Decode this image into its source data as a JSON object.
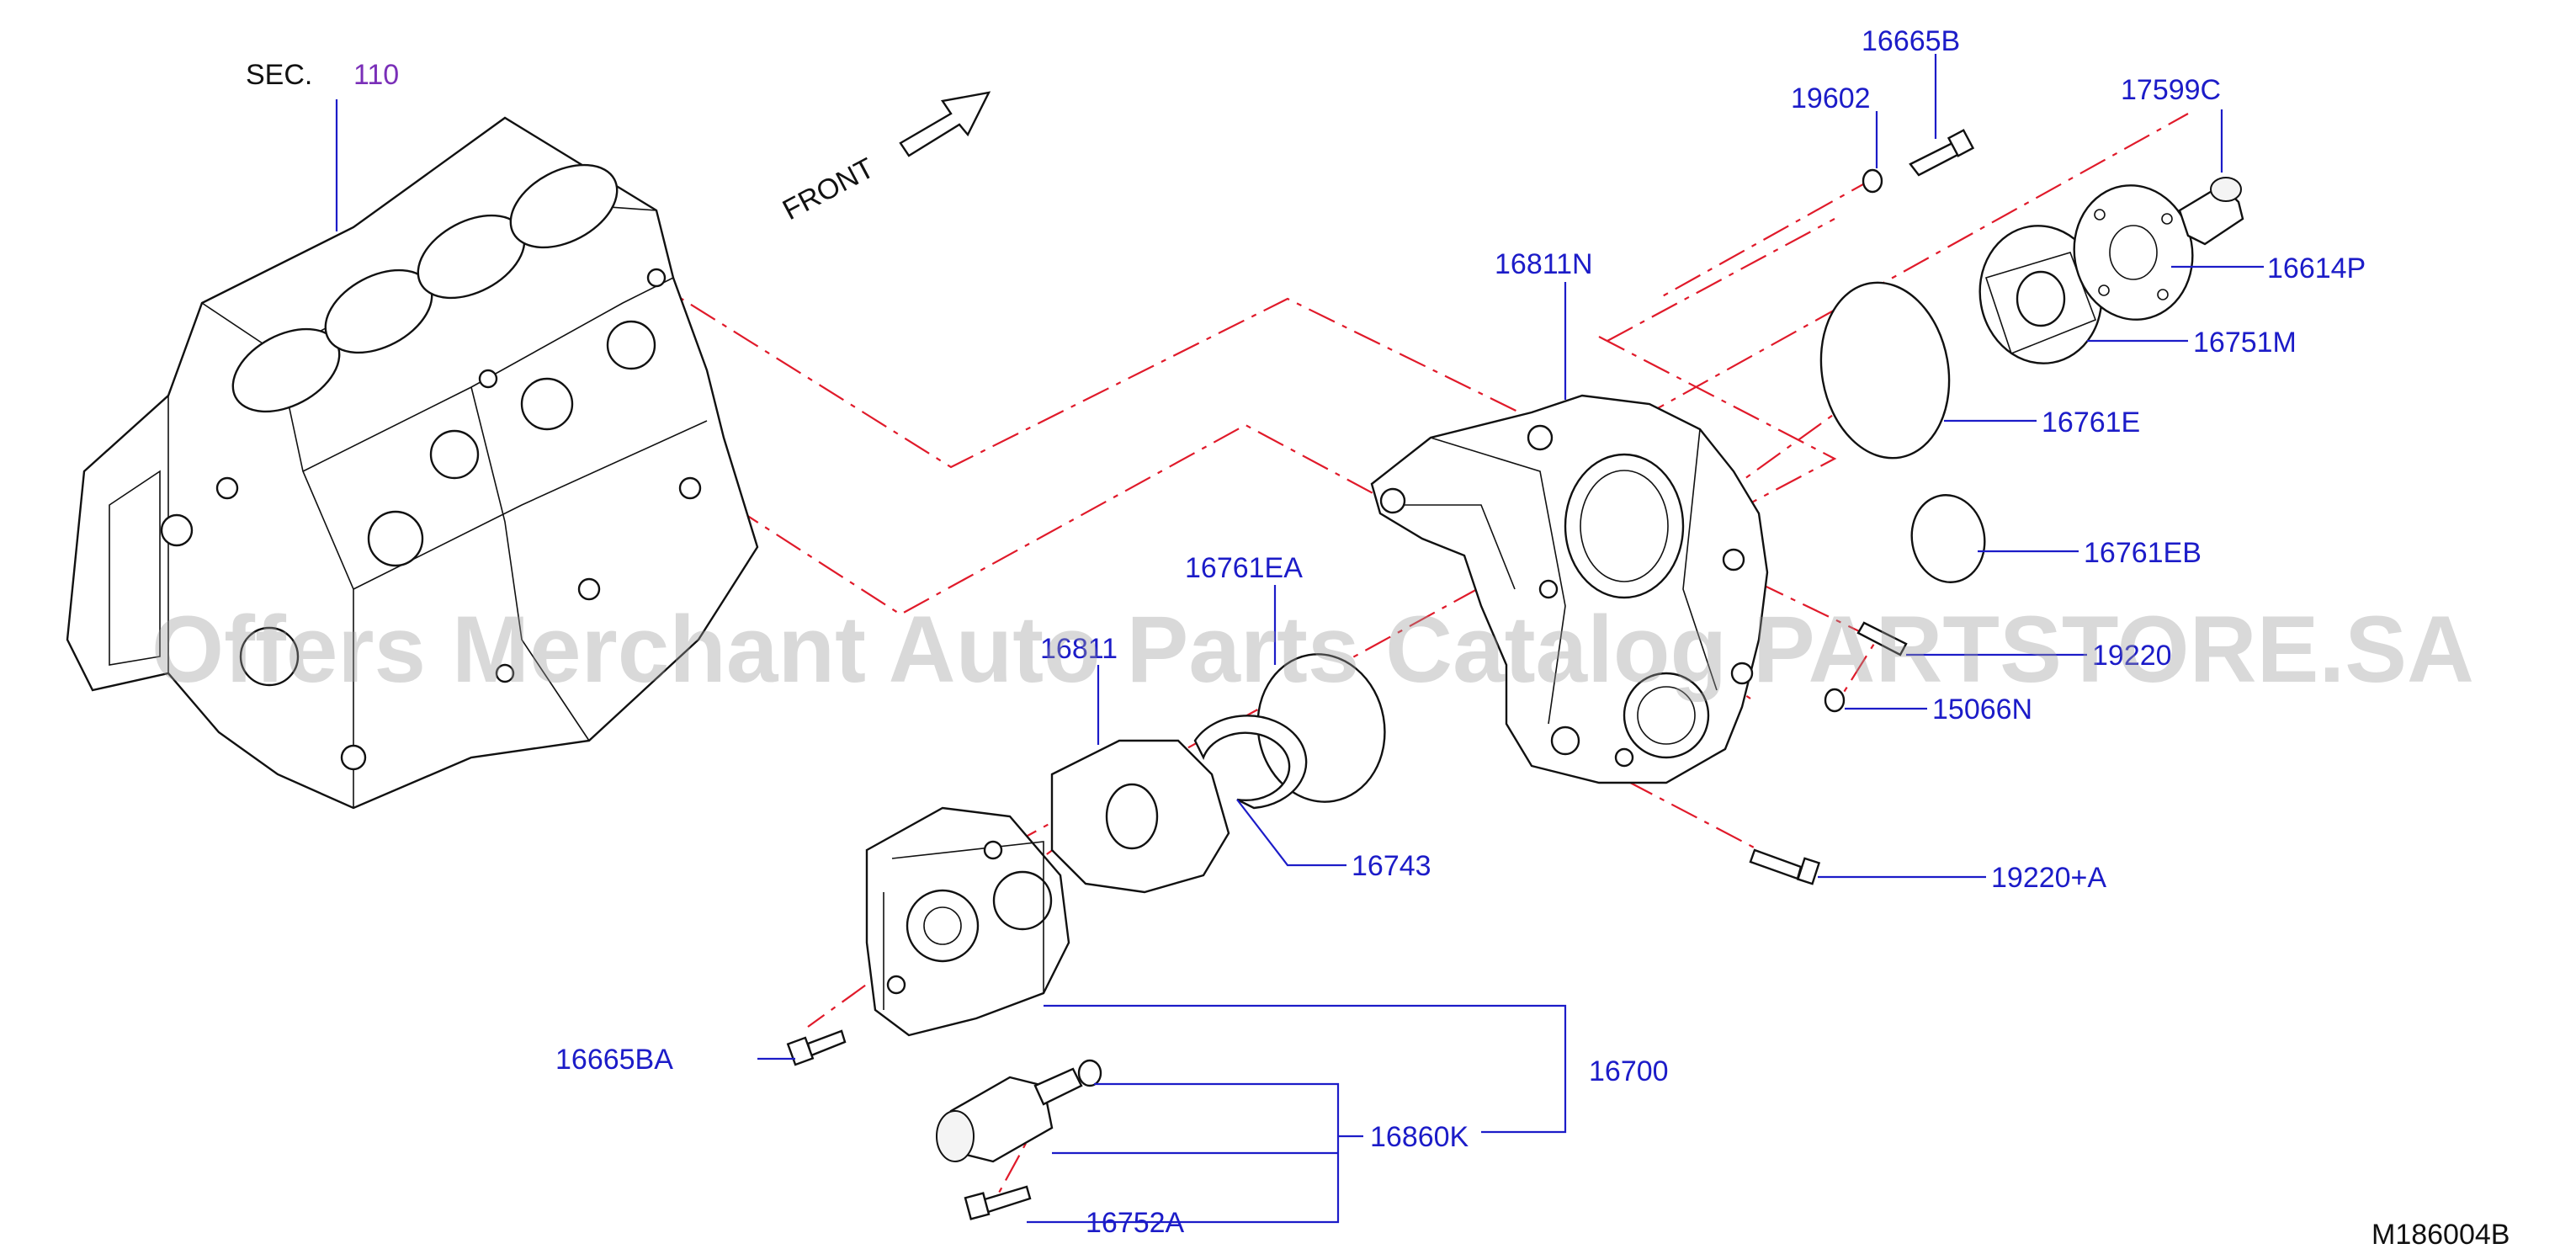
{
  "diagram": {
    "section_ref": {
      "prefix": "SEC.",
      "number": "110"
    },
    "direction_label": "FRONT",
    "drawing_code": "M186004B",
    "watermark": "Offers Merchant Auto Parts Catalog PARTSTORE.SA",
    "part_labels": {
      "p16665B": "16665B",
      "p19602": "19602",
      "p17599C": "17599C",
      "p16614P": "16614P",
      "p16751M": "16751M",
      "p16811N": "16811N",
      "p16761E": "16761E",
      "p16761EB": "16761EB",
      "p16761EA": "16761EA",
      "p16811": "16811",
      "p19220": "19220",
      "p15066N": "15066N",
      "p16743": "16743",
      "p19220A": "19220+A",
      "p16665BA": "16665BA",
      "p16700": "16700",
      "p16860K": "16860K",
      "p16752A": "16752A"
    },
    "colors": {
      "label": "#1c1cc8",
      "section_number": "#7a2fb8",
      "centerline": "#e01a2a",
      "outline": "#111111"
    }
  }
}
